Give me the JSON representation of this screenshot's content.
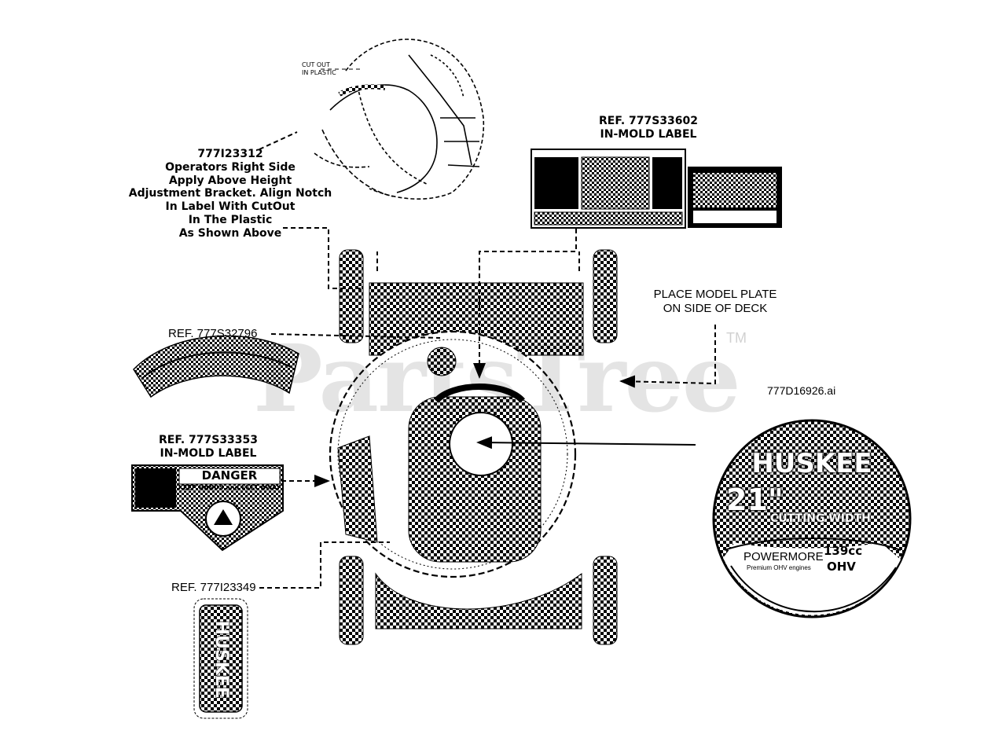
{
  "watermark": {
    "text": "PartsTree",
    "tm": "TM"
  },
  "diagram_id": "777D16926.ai",
  "labels": {
    "cutout_note": "CUT OUT\nIN PLASTIC",
    "right_side_note": {
      "part": "777I23312",
      "lines": [
        "Operators Right Side",
        "Apply Above Height",
        "Adjustment Bracket.  Align Notch",
        "In Label With CutOut",
        "In The Plastic",
        "As Shown Above"
      ]
    },
    "in_mold_top": {
      "ref": "REF. 777S33602",
      "sub": "IN-MOLD LABEL"
    },
    "model_plate": {
      "lines": [
        "PLACE MODEL PLATE",
        "ON SIDE OF DECK"
      ]
    },
    "arc_label_ref": "REF. 777S32796",
    "danger_label": {
      "ref": "REF. 777S33353",
      "sub": "IN-MOLD LABEL",
      "title": "DANGER",
      "subtitle": "KEEP HANDS and FEET AWAY"
    },
    "ref_bottom": "REF. 777I23349",
    "vertical_decal": "HUSKEE",
    "badge": {
      "brand": "HUSKEE",
      "size": "21\"",
      "cutting": "CUTTING WIDTH",
      "engine_brand": "POWERMORE",
      "engine_sub": "Premium OHV engines",
      "displacement": "139cc",
      "valve": "OHV"
    }
  }
}
